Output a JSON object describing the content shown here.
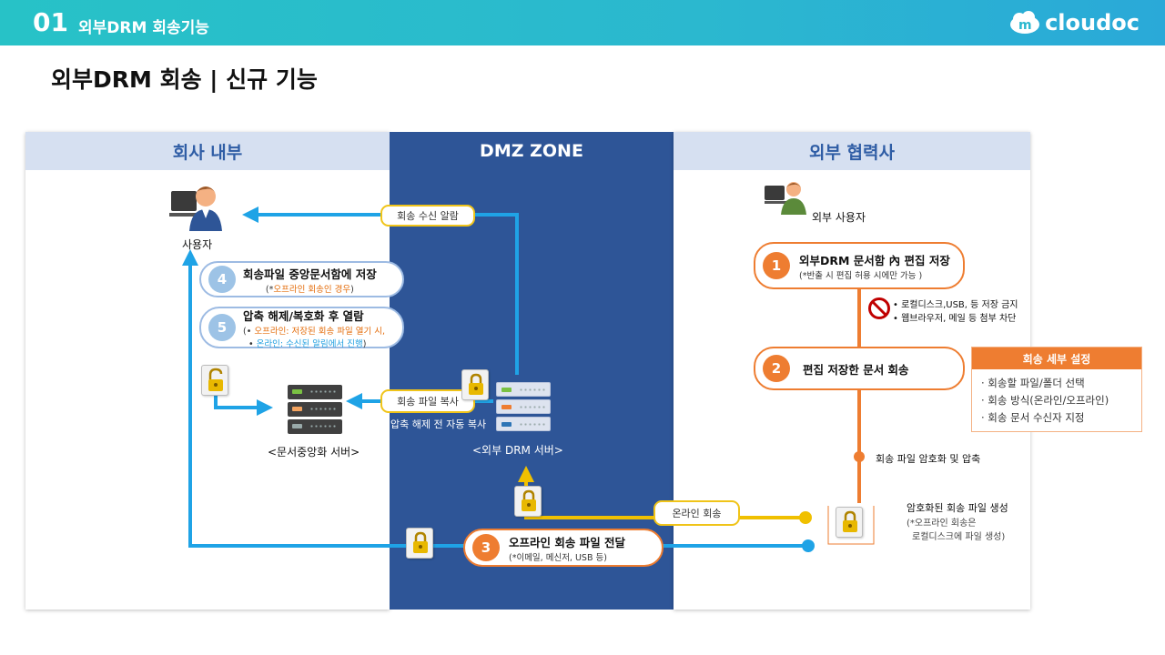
{
  "header": {
    "section_number": "01",
    "section_title": "외부DRM 회송기능",
    "logo_text": "cloudoc"
  },
  "page_title": "외부DRM 회송 | 신규 기능",
  "zones": {
    "left": "회사 내부",
    "middle": "DMZ ZONE",
    "right": "외부 협력사"
  },
  "left": {
    "user_label": "사용자",
    "server_label": "<문서중앙화 서버>",
    "step4": {
      "number": "4",
      "title": "회송파일 중앙문서함에 저장",
      "note_prefix": "(*",
      "note_highlight": "오프라인 회송인 경우",
      "note_suffix": ")"
    },
    "step5": {
      "number": "5",
      "title": "압축 해제/복호화 후 열람",
      "line1_prefix": "(• ",
      "line1_highlight": "오프라인: 저장된 회송 파일 열기 시,",
      "line2_prefix": "• ",
      "line2_highlight": "온라인: 수신된 알림에서 진행",
      "line2_suffix": ")"
    }
  },
  "middle": {
    "alert_pill": "회송 수신 알람",
    "copy_pill": "회송 파일 복사",
    "copy_note": "압축 해제 전 자동 복사",
    "server_label": "<외부 DRM 서버>",
    "online_pill": "온라인 회송",
    "step3": {
      "number": "3",
      "title": "오프라인 회송 파일 전달",
      "note": "(*이메일, 메신저, USB 등)"
    }
  },
  "right": {
    "user_label": "외부 사용자",
    "step1": {
      "number": "1",
      "title": "외부DRM 문서함 內 편집 저장",
      "note": "(*반출 시 편집 허용 시에만 가능 )"
    },
    "restrictions": [
      "• 로컬디스크,USB, 등 저장 금지",
      "• 웹브라우저, 메일 등 첨부 차단"
    ],
    "step2": {
      "number": "2",
      "title": "편집 저장한 문서 회송"
    },
    "encrypt_label": "회송 파일 암호화 및 압축",
    "generated": {
      "title": "암호화된 회송 파일 생성",
      "note1": "(*오프라인 회송은",
      "note2": "로컬디스크에 파일 생성)"
    },
    "settings": {
      "title": "회송 세부 설정",
      "items": [
        "· 회송할 파일/폴더 선택",
        "· 회송 방식(온라인/오프라인)",
        "· 회송 문서 수신자 지정"
      ]
    }
  },
  "colors": {
    "blue_line": "#1fa3e6",
    "orange_line": "#ee7d31",
    "yellow_line": "#f0c000",
    "dmz": "#2e5597",
    "header_bg": "#27c2c7"
  }
}
